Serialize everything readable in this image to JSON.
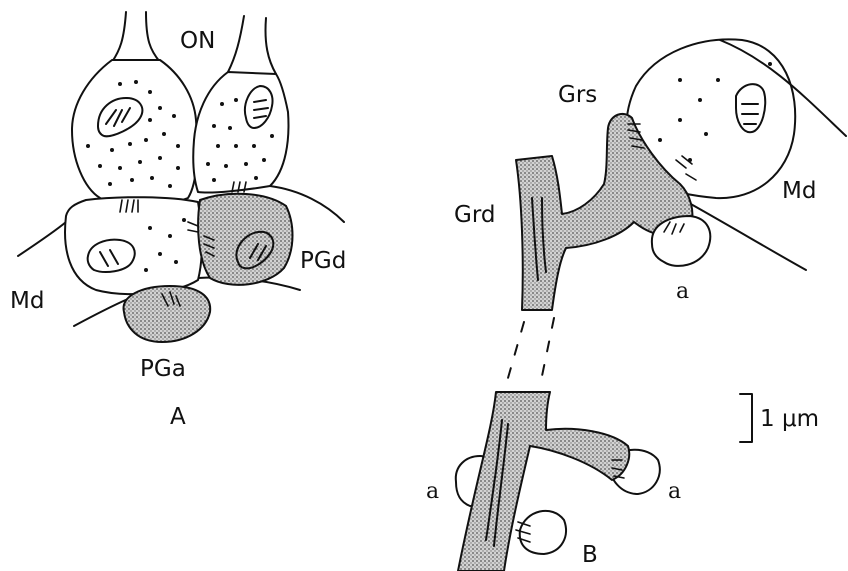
{
  "panel_a": {
    "label": "A",
    "on_label": "ON",
    "md_label": "Md",
    "pgd_label": "PGd",
    "pga_label": "PGa"
  },
  "panel_b": {
    "label": "B",
    "grs_label": "Grs",
    "grd_label": "Grd",
    "md_label": "Md",
    "a_label_top": "a",
    "a_label_left": "a",
    "a_label_right": "a",
    "scale_label": "1 μm"
  }
}
